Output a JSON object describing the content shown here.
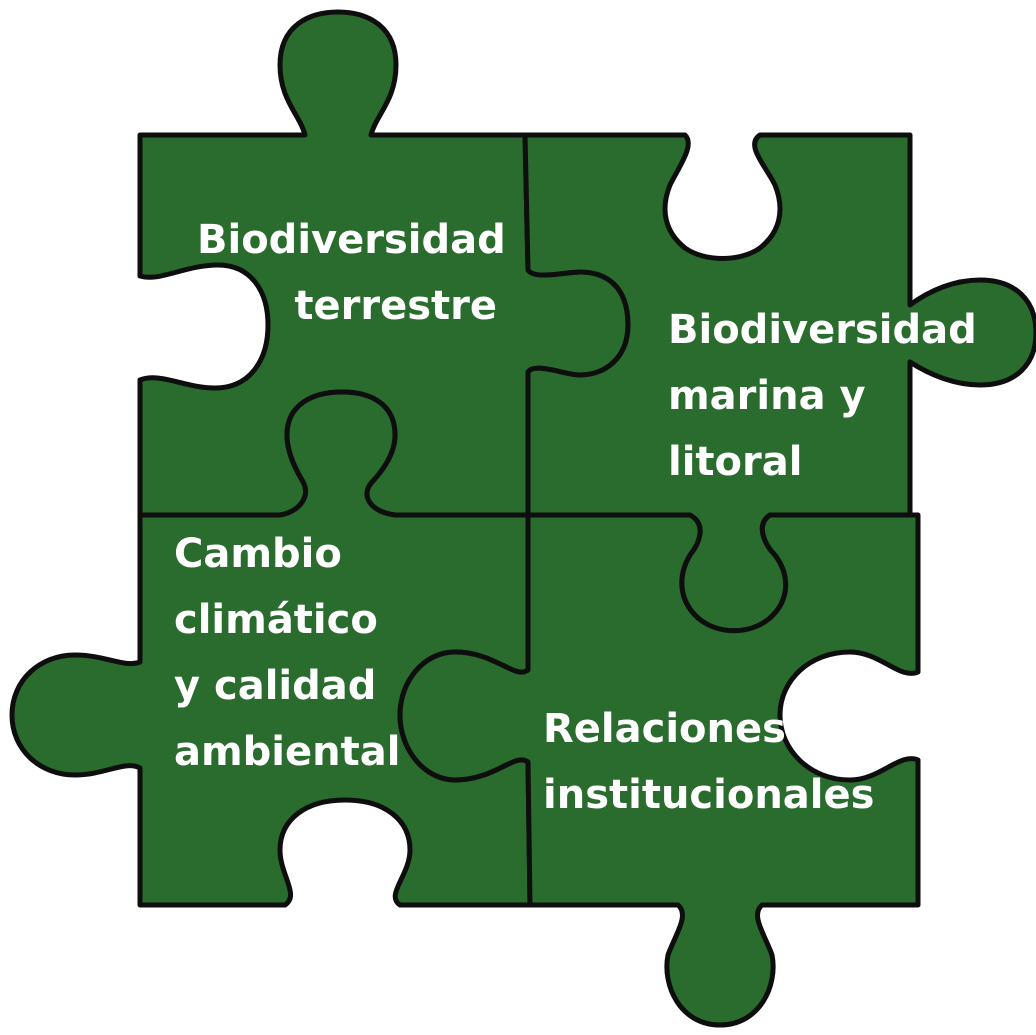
{
  "colors": {
    "piece_fill": "#2a6b2e",
    "outline": "#0e0e0e",
    "text": "#ffffff",
    "background": "#ffffff"
  },
  "pieces": {
    "top_left": {
      "lines": [
        "Biodiversidad",
        "terrestre"
      ]
    },
    "top_right": {
      "lines": [
        "Biodiversidad",
        "marina y",
        "litoral"
      ]
    },
    "bottom_left": {
      "lines": [
        "Cambio",
        "climático",
        "y calidad",
        "ambiental"
      ]
    },
    "bottom_right": {
      "lines": [
        "Relaciones",
        "institucionales"
      ]
    }
  }
}
